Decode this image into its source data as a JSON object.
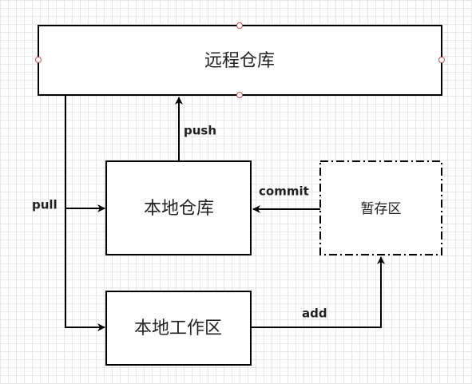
{
  "nodes": {
    "remote_repo": "远程仓库",
    "local_repo": "本地仓库",
    "staging_area": "暂存区",
    "local_workspace": "本地工作区"
  },
  "edges": {
    "push": "push",
    "pull": "pull",
    "commit": "commit",
    "add": "add"
  },
  "colors": {
    "stroke": "#000000",
    "selection_handle": "#c0504d",
    "grid": "#e6e6e6"
  }
}
